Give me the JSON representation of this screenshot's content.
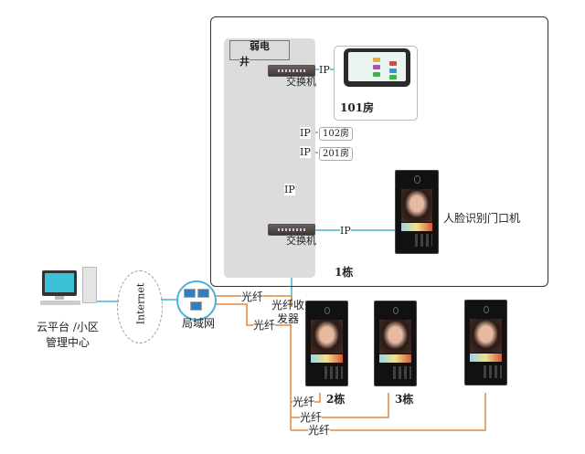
{
  "colors": {
    "ethernet_line": "#4ab0d8",
    "fiber_line": "#e08a3c",
    "building_border": "#333333",
    "shaft_fill": "#dcdcdc"
  },
  "building1": {
    "label": "1栋",
    "shaft_label_line1": "弱电",
    "shaft_label_line2": "井",
    "top_switch_label": "交换机",
    "bottom_switch_label": "交换机",
    "ip_labels": [
      "IP",
      "IP",
      "IP",
      "IP",
      "IP"
    ],
    "rooms": [
      {
        "name": "101房",
        "device": "indoor-monitor"
      },
      {
        "name": "102房"
      },
      {
        "name": "201房"
      }
    ],
    "door_station_label": "人脸识别门口机"
  },
  "cloud": {
    "label_line1": "云平台 /小区",
    "label_line2": "管理中心"
  },
  "internet_label": "Internet",
  "lan_label": "局域网",
  "fiber_transceiver_line1": "光纤收",
  "fiber_transceiver_line2": "发器",
  "fiber_labels": [
    "光纤",
    "光纤",
    "光纤",
    "光纤",
    "光纤"
  ],
  "buildings": [
    {
      "label": "2栋"
    },
    {
      "label": "3栋"
    },
    {
      "label": ""
    }
  ]
}
